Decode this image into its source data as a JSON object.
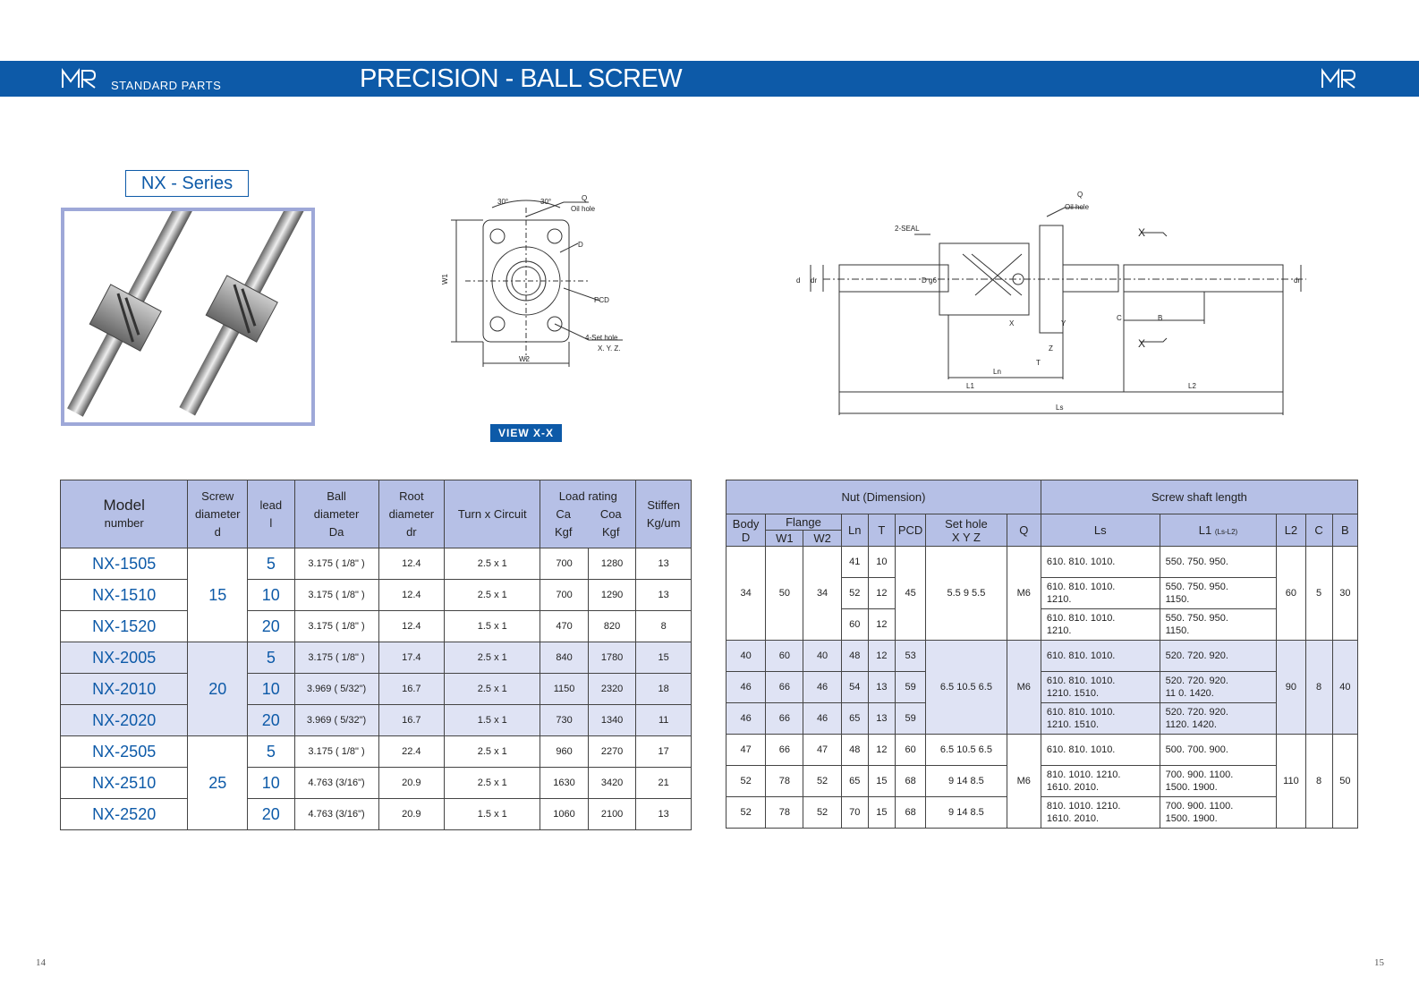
{
  "header": {
    "brand_text": "STANDARD   PARTS",
    "title": "PRECISION - BALL SCREW",
    "logo_text": "MR"
  },
  "series_label": "NX - Series",
  "view_label": "VIEW   X-X",
  "flange_view": {
    "oil_hole_label": "Oil  hole",
    "q_label": "Q",
    "angle_label": "30°",
    "d_label": "D",
    "pcd_label": "PCD",
    "set_hole_label": "4-Set  hole",
    "xyz_label": "X. Y. Z.",
    "w1_label": "W1",
    "w2_label": "W2"
  },
  "side_view": {
    "seal_label": "2-SEAL",
    "q_label": "Q",
    "oil_hole_label": "Oil  hole",
    "x_label": "X",
    "d_label": "d",
    "dr_label": "dr",
    "dg6_label": "D g6",
    "c_label": "C",
    "b_label": "B",
    "x_dim": "X",
    "y_dim": "Y",
    "z_dim": "Z",
    "t_dim": "T",
    "ln_label": "Ln",
    "l1_label": "L1",
    "l2_label": "L2",
    "ls_label": "Ls"
  },
  "table_left": {
    "headers": {
      "model": "Model",
      "model_sub": "number",
      "screw": "Screw",
      "screw2": "diameter",
      "screw3": "d",
      "lead": "lead",
      "lead_sub": "l",
      "ball": "Ball",
      "ball2": "diameter",
      "ball3": "Da",
      "root": "Root",
      "root2": "diameter",
      "root3": "dr",
      "turn": "Turn  x  Circuit",
      "load": "Load  rating",
      "ca": "Ca",
      "ca_unit": "Kgf",
      "coa": "Coa",
      "coa_unit": "Kgf",
      "stiffen": "Stiffen",
      "stiffen_unit": "Kg/um"
    },
    "groups": [
      {
        "diameter": "15"
      },
      {
        "diameter": "20"
      },
      {
        "diameter": "25"
      }
    ],
    "rows": [
      {
        "model": "NX-1505",
        "lead": "5",
        "ball": "3.175 ( 1/8\" )",
        "root": "12.4",
        "turn": "2.5  x 1",
        "ca": "700",
        "coa": "1280",
        "stiff": "13"
      },
      {
        "model": "NX-1510",
        "lead": "10",
        "ball": "3.175 ( 1/8\" )",
        "root": "12.4",
        "turn": "2.5  x 1",
        "ca": "700",
        "coa": "1290",
        "stiff": "13"
      },
      {
        "model": "NX-1520",
        "lead": "20",
        "ball": "3.175 ( 1/8\" )",
        "root": "12.4",
        "turn": "1.5  x 1",
        "ca": "470",
        "coa": "820",
        "stiff": "8"
      },
      {
        "model": "NX-2005",
        "lead": "5",
        "ball": "3.175 ( 1/8\" )",
        "root": "17.4",
        "turn": "2.5  x 1",
        "ca": "840",
        "coa": "1780",
        "stiff": "15"
      },
      {
        "model": "NX-2010",
        "lead": "10",
        "ball": "3.969 ( 5/32\")",
        "root": "16.7",
        "turn": "2.5  x 1",
        "ca": "1150",
        "coa": "2320",
        "stiff": "18"
      },
      {
        "model": "NX-2020",
        "lead": "20",
        "ball": "3.969 ( 5/32\")",
        "root": "16.7",
        "turn": "1.5  x 1",
        "ca": "730",
        "coa": "1340",
        "stiff": "11"
      },
      {
        "model": "NX-2505",
        "lead": "5",
        "ball": "3.175 ( 1/8\" )",
        "root": "22.4",
        "turn": "2.5  x 1",
        "ca": "960",
        "coa": "2270",
        "stiff": "17"
      },
      {
        "model": "NX-2510",
        "lead": "10",
        "ball": "4.763 (3/16\")",
        "root": "20.9",
        "turn": "2.5  x 1",
        "ca": "1630",
        "coa": "3420",
        "stiff": "21"
      },
      {
        "model": "NX-2520",
        "lead": "20",
        "ball": "4.763 (3/16\")",
        "root": "20.9",
        "turn": "1.5  x 1",
        "ca": "1060",
        "coa": "2100",
        "stiff": "13"
      }
    ]
  },
  "table_right": {
    "headers": {
      "nut": "Nut  (Dimension)",
      "shaft": "Screw  shaft  length",
      "body": "Body",
      "body_sub": "D",
      "flange": "Flange",
      "w1": "W1",
      "w2": "W2",
      "ln": "Ln",
      "t": "T",
      "pcd": "PCD",
      "set_hole": "Set hole",
      "xyz": "X   Y   Z",
      "q": "Q",
      "ls": "Ls",
      "l1": "L1",
      "l1_note": "(Ls-L2)",
      "l2": "L2",
      "c": "C",
      "b": "B"
    },
    "g1": {
      "body": "34",
      "w1": "50",
      "w2": "34",
      "pcd": "45",
      "xyz": "5.5   9   5.5",
      "q": "M6",
      "l2": "60",
      "c": "5",
      "b": "30"
    },
    "g1_rows": [
      {
        "ln": "41",
        "t": "10",
        "ls1": "610.  810.  1010.",
        "ls2": "",
        "l11": "550.  750.  950.",
        "l12": ""
      },
      {
        "ln": "52",
        "t": "12",
        "ls1": "610.  810.  1010.",
        "ls2": "1210.",
        "l11": "550.  750.  950.",
        "l12": "1150."
      },
      {
        "ln": "60",
        "t": "12",
        "ls1": "610.  810.  1010.",
        "ls2": "1210.",
        "l11": "550.  750.  950.",
        "l12": "1150."
      }
    ],
    "g2": {
      "xyz": "6.5  10.5  6.5",
      "q": "M6",
      "l2": "90",
      "c": "8",
      "b": "40"
    },
    "g2_rows": [
      {
        "body": "40",
        "w1": "60",
        "w2": "40",
        "ln": "48",
        "t": "12",
        "pcd": "53",
        "ls1": "610.  810.  1010.",
        "ls2": "",
        "l11": "520.  720.  920.",
        "l12": ""
      },
      {
        "body": "46",
        "w1": "66",
        "w2": "46",
        "ln": "54",
        "t": "13",
        "pcd": "59",
        "ls1": "610.  810.  1010.",
        "ls2": "1210.  1510.",
        "l11": "520.  720.  920.",
        "l12": "11  0.  1420."
      },
      {
        "body": "46",
        "w1": "66",
        "w2": "46",
        "ln": "65",
        "t": "13",
        "pcd": "59",
        "ls1": "610.  810.  1010.",
        "ls2": "1210.  1510.",
        "l11": "520.  720.  920.",
        "l12": "1120.  1420."
      }
    ],
    "g3": {
      "q": "M6",
      "l2": "110",
      "c": "8",
      "b": "50"
    },
    "g3_rows": [
      {
        "body": "47",
        "w1": "66",
        "w2": "47",
        "ln": "48",
        "t": "12",
        "pcd": "60",
        "xyz": "6.5  10.5  6.5",
        "ls1": "610.  810.  1010.",
        "ls2": "",
        "l11": "500.  700.  900.",
        "l12": ""
      },
      {
        "body": "52",
        "w1": "78",
        "w2": "52",
        "ln": "65",
        "t": "15",
        "pcd": "68",
        "xyz": "9    14   8.5",
        "ls1": "810.  1010.  1210.",
        "ls2": "1610.  2010.",
        "l11": "700.  900.  1100.",
        "l12": "1500.  1900."
      },
      {
        "body": "52",
        "w1": "78",
        "w2": "52",
        "ln": "70",
        "t": "15",
        "pcd": "68",
        "xyz": "9    14   8.5",
        "ls1": "810.  1010.  1210.",
        "ls2": "1610.  2010.",
        "l11": "700.  900.  1100.",
        "l12": "1500.  1900."
      }
    ]
  },
  "page_numbers": {
    "left": "14",
    "right": "15"
  }
}
